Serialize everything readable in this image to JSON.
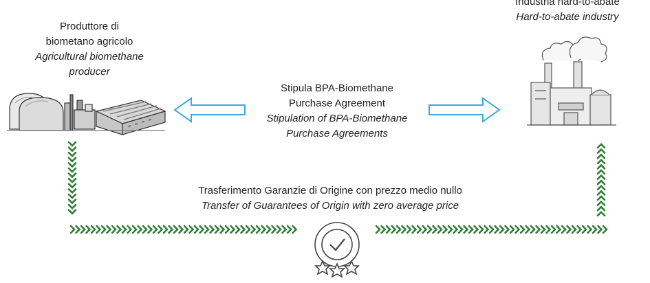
{
  "producer": {
    "title_it": "Produttore di",
    "title_it_2": "biometano agricolo",
    "title_en": "Agricultural biomethane",
    "title_en_2": "producer",
    "icon": "biogas-plant-icon"
  },
  "industry": {
    "title_it": "Industria hard-to-abate",
    "title_en": "Hard-to-abate industry",
    "icon": "factory-icon"
  },
  "agreement": {
    "line1_it": "Stipula BPA-Biomethane",
    "line2_it": "Purchase Agreement",
    "line1_en": "Stipulation of BPA-Biomethane",
    "line2_en": "Purchase Agreements",
    "arrow_color": "#3fa9e0"
  },
  "guarantees": {
    "line_it": "Trasferimento Garanzie di Origine con prezzo medio nullo",
    "line_en": "Transfer of Guarantees of Origin with zero average price",
    "icon": "certificate-badge-icon",
    "chevron_color": "#2e7d32"
  }
}
